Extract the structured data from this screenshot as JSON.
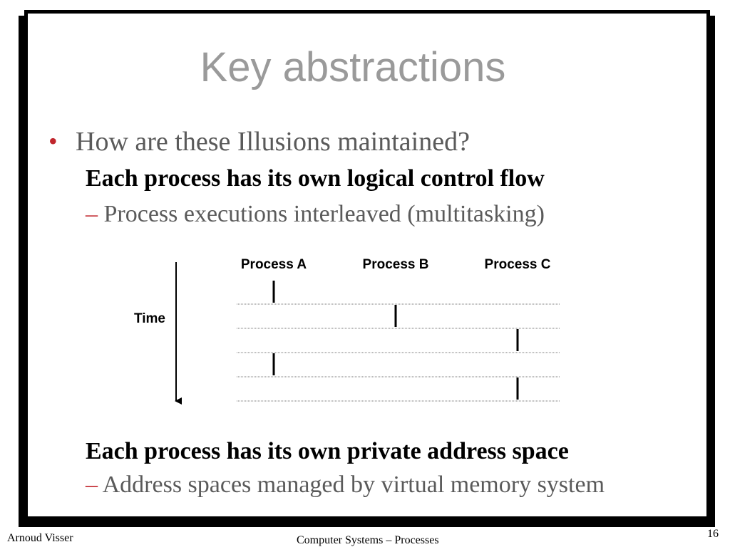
{
  "slide": {
    "title": "Key abstractions",
    "bullet": "How are these Illusions maintained?",
    "section1": {
      "heading": "Each process has its own logical control flow",
      "item": "Process executions interleaved (multitasking)"
    },
    "section2": {
      "heading": "Each process has its own private address space",
      "item": "Address spaces managed by virtual memory system"
    },
    "dash": "–",
    "bullet_mark": "•"
  },
  "diagram": {
    "time_label": "Time",
    "processes": [
      "Process A",
      "Process B",
      "Process C"
    ],
    "segments": [
      {
        "process": 0,
        "slot": 0
      },
      {
        "process": 1,
        "slot": 1
      },
      {
        "process": 2,
        "slot": 2
      },
      {
        "process": 0,
        "slot": 3
      },
      {
        "process": 2,
        "slot": 4
      }
    ],
    "slots": 5
  },
  "footer": {
    "author": "Arnoud Visser",
    "course": "Computer Systems – Processes",
    "page": "16"
  },
  "colors": {
    "title": "#9a9a9a",
    "accent": "#c0262d",
    "body_text": "#5a5a5a"
  }
}
